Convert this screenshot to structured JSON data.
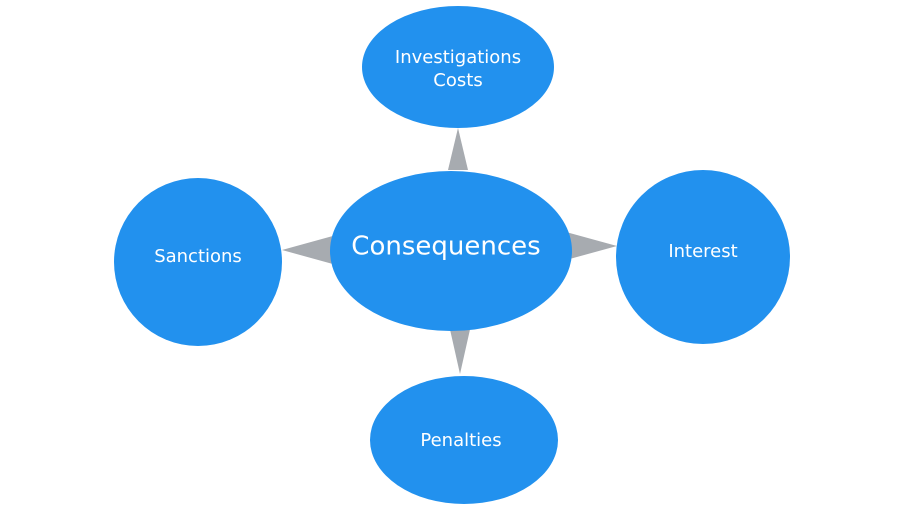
{
  "diagram": {
    "colors": {
      "node_fill": "#2291ee",
      "arrow_fill": "#a7abb0",
      "text": "#ffffff",
      "background": "#ffffff"
    },
    "center": {
      "label": "Consequences"
    },
    "nodes": {
      "top": {
        "line1": "Investigations",
        "line2": "Costs"
      },
      "left": {
        "label": "Sanctions"
      },
      "right": {
        "label": "Interest"
      },
      "bottom": {
        "label": "Penalties"
      }
    }
  }
}
